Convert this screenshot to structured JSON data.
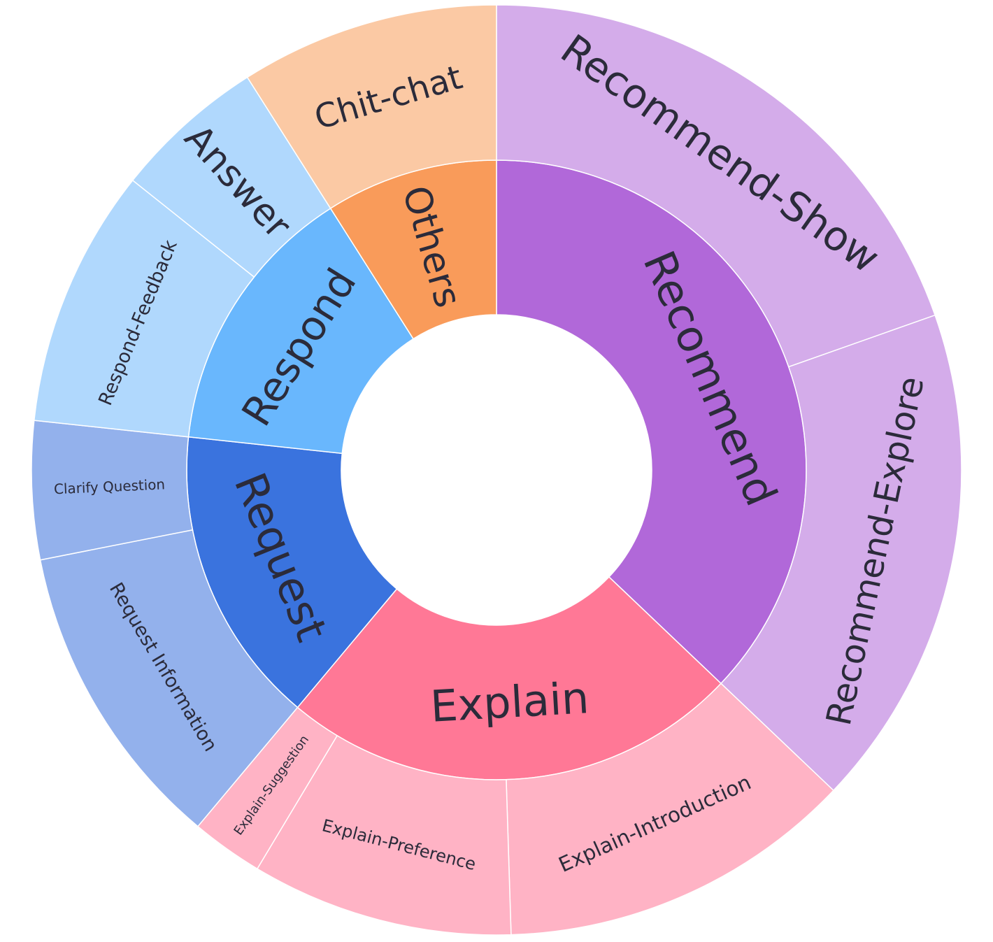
{
  "chart_data": {
    "type": "sunburst",
    "title": "",
    "categories": [
      {
        "name": "Recommend",
        "value": 37.1,
        "color": "#b168d9",
        "children": [
          {
            "name": "Recommend-Show",
            "value": 19.6,
            "color": "#d4acea"
          },
          {
            "name": "Recommend-Explore",
            "value": 17.5,
            "color": "#d4acea"
          }
        ]
      },
      {
        "name": "Explain",
        "value": 24.0,
        "color": "#ff7896",
        "children": [
          {
            "name": "Explain-Introduction",
            "value": 12.4,
            "color": "#ffb3c5"
          },
          {
            "name": "Explain-Preference",
            "value": 9.1,
            "color": "#ffb3c5"
          },
          {
            "name": "Explain-Suggestion",
            "value": 2.5,
            "color": "#ffb3c5"
          }
        ]
      },
      {
        "name": "Request",
        "value": 15.6,
        "color": "#3a73de",
        "children": [
          {
            "name": "Request Information",
            "value": 10.8,
            "color": "#93b1ec"
          },
          {
            "name": "Clarify Question",
            "value": 4.8,
            "color": "#93b1ec"
          }
        ]
      },
      {
        "name": "Respond",
        "value": 14.3,
        "color": "#69b7fd",
        "children": [
          {
            "name": "Respond-Feedback",
            "value": 9.0,
            "color": "#b0d8fd"
          },
          {
            "name": "Answer",
            "value": 5.3,
            "color": "#b0d8fd"
          }
        ]
      },
      {
        "name": "Others",
        "value": 9.0,
        "color": "#f99b5a",
        "children": [
          {
            "name": "Chit-chat",
            "value": 9.0,
            "color": "#fbc9a4"
          }
        ]
      }
    ]
  }
}
